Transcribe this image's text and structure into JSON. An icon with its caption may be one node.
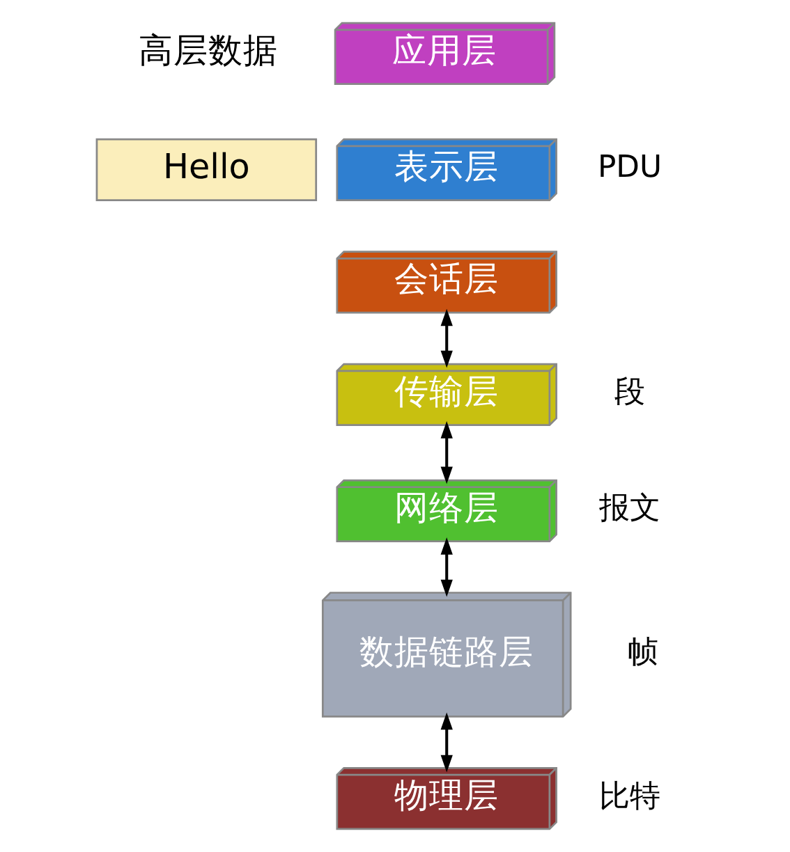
{
  "diagram": {
    "nodes": [
      {
        "text": [
          "Hello"
        ]
      },
      {
        "text": [
          "应用层"
        ]
      },
      {
        "text": [
          "表示层"
        ],
        "beside": [
          "PDU"
        ]
      },
      {
        "text": [
          "会话层"
        ]
      },
      {
        "text": [
          "传输层"
        ],
        "beside": [
          "段"
        ]
      },
      {
        "text": [
          "网络层"
        ],
        "beside": [
          "报文"
        ]
      },
      {
        "text": [
          "数据链路层"
        ],
        "beside": [
          "帧"
        ]
      },
      {
        "text": [
          "物理层"
        ],
        "beside": [
          "比特"
        ]
      }
    ],
    "edges": [
      {
        "from": 3,
        "to": 4,
        "arrow": "both"
      },
      {
        "from": 4,
        "to": 5,
        "arrow": "both"
      },
      {
        "from": 5,
        "to": 6,
        "arrow": "both"
      },
      {
        "from": 6,
        "to": 7,
        "arrow": "both"
      }
    ],
    "labels": [
      "高层数据"
    ]
  }
}
